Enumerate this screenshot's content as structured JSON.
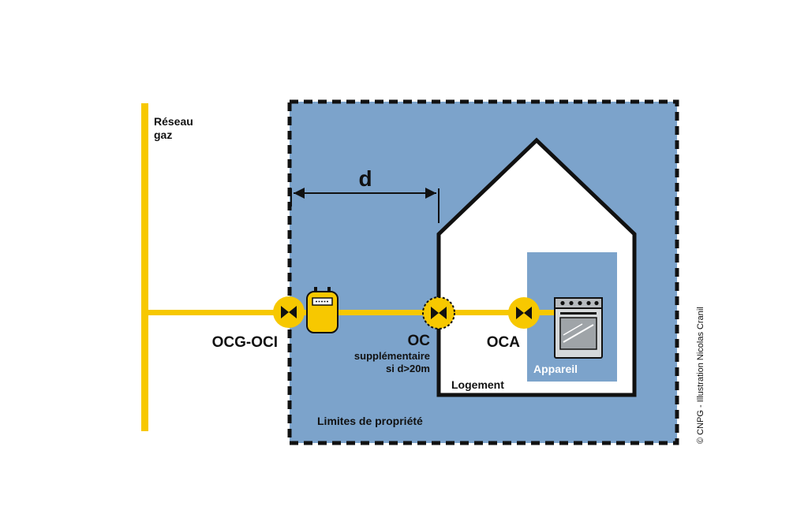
{
  "colors": {
    "property_fill": "#7ca3cb",
    "gas_yellow": "#f7c800",
    "house_fill": "#ffffff",
    "appliance_area": "#7ca3cb",
    "outline": "#111111"
  },
  "labels": {
    "network": [
      "Réseau",
      "gaz"
    ],
    "distance": "d",
    "valve_main": "OCG-OCI",
    "valve_extra": "OC",
    "valve_extra_note": [
      "supplémentaire",
      "si d>20m"
    ],
    "valve_appliance": "OCA",
    "appliance": "Appareil",
    "dwelling": "Logement",
    "property_limits": "Limites de propriété",
    "credit": "© CNPG - Illustration Nicolas Cranil"
  },
  "icons": {
    "valve": "valve-icon",
    "meter": "gas-meter-icon",
    "stove": "gas-stove-icon"
  }
}
